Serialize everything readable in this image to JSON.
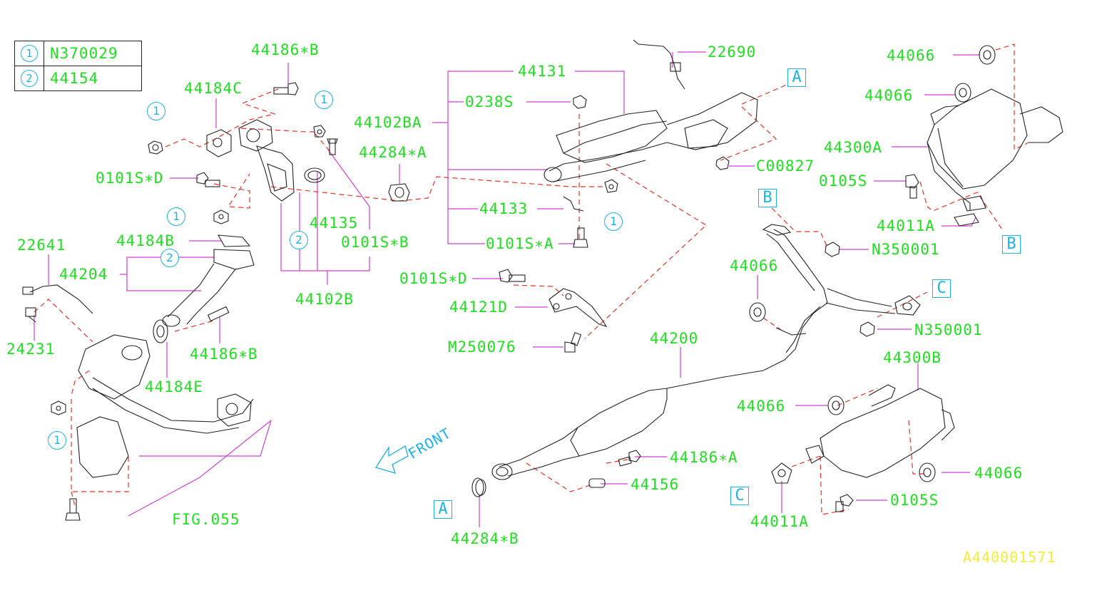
{
  "legend": [
    {
      "key": "1",
      "part": "N370029"
    },
    {
      "key": "2",
      "part": "44154"
    }
  ],
  "parts": {
    "p44186B_top": "44186∗B",
    "p44184C": "44184C",
    "p0101SD_left": "0101S∗D",
    "p22641": "22641",
    "p44184B": "44184B",
    "p44204": "44204",
    "p24231": "24231",
    "p44186B_mid": "44186∗B",
    "p44184E": "44184E",
    "fig055": "FIG.055",
    "p44135": "44135",
    "p0101SB": "0101S∗B",
    "p44102B": "44102B",
    "p44102BA": "44102BA",
    "p44284A": "44284∗A",
    "p44131": "44131",
    "p0238S": "0238S",
    "p44133": "44133",
    "p0101SA": "0101S∗A",
    "p22690": "22690",
    "pC00827": "C00827",
    "p0101SD_mid": "0101S∗D",
    "p44121D": "44121D",
    "pM250076": "M250076",
    "p44066_a": "44066",
    "p44066_b": "44066",
    "p44300A": "44300A",
    "p0105S_a": "0105S",
    "p44011A_a": "44011A",
    "pN350001_a": "N350001",
    "p44066_c": "44066",
    "pN350001_b": "N350001",
    "p44200": "44200",
    "p44300B": "44300B",
    "p44066_d": "44066",
    "p44066_e": "44066",
    "p44186A": "44186∗A",
    "p44156": "44156",
    "p0105S_b": "0105S",
    "p44011A_b": "44011A",
    "p44284B": "44284∗B"
  },
  "refs": {
    "A1": "A",
    "A2": "A",
    "B1": "B",
    "B2": "B",
    "C1": "C",
    "C2": "C"
  },
  "circles": {
    "c1": "1",
    "c2": "1",
    "c3": "1",
    "c4": "1",
    "c5": "1",
    "c6": "2",
    "c7": "2"
  },
  "front_label": "FRONT",
  "diagram_code": "A440001571",
  "colors": {
    "label": "#1ee01e",
    "leader": "#d23fd2",
    "dash": "#e8322a",
    "ref": "#1ab3e8",
    "code": "#f2ee38",
    "part": "#222222"
  }
}
